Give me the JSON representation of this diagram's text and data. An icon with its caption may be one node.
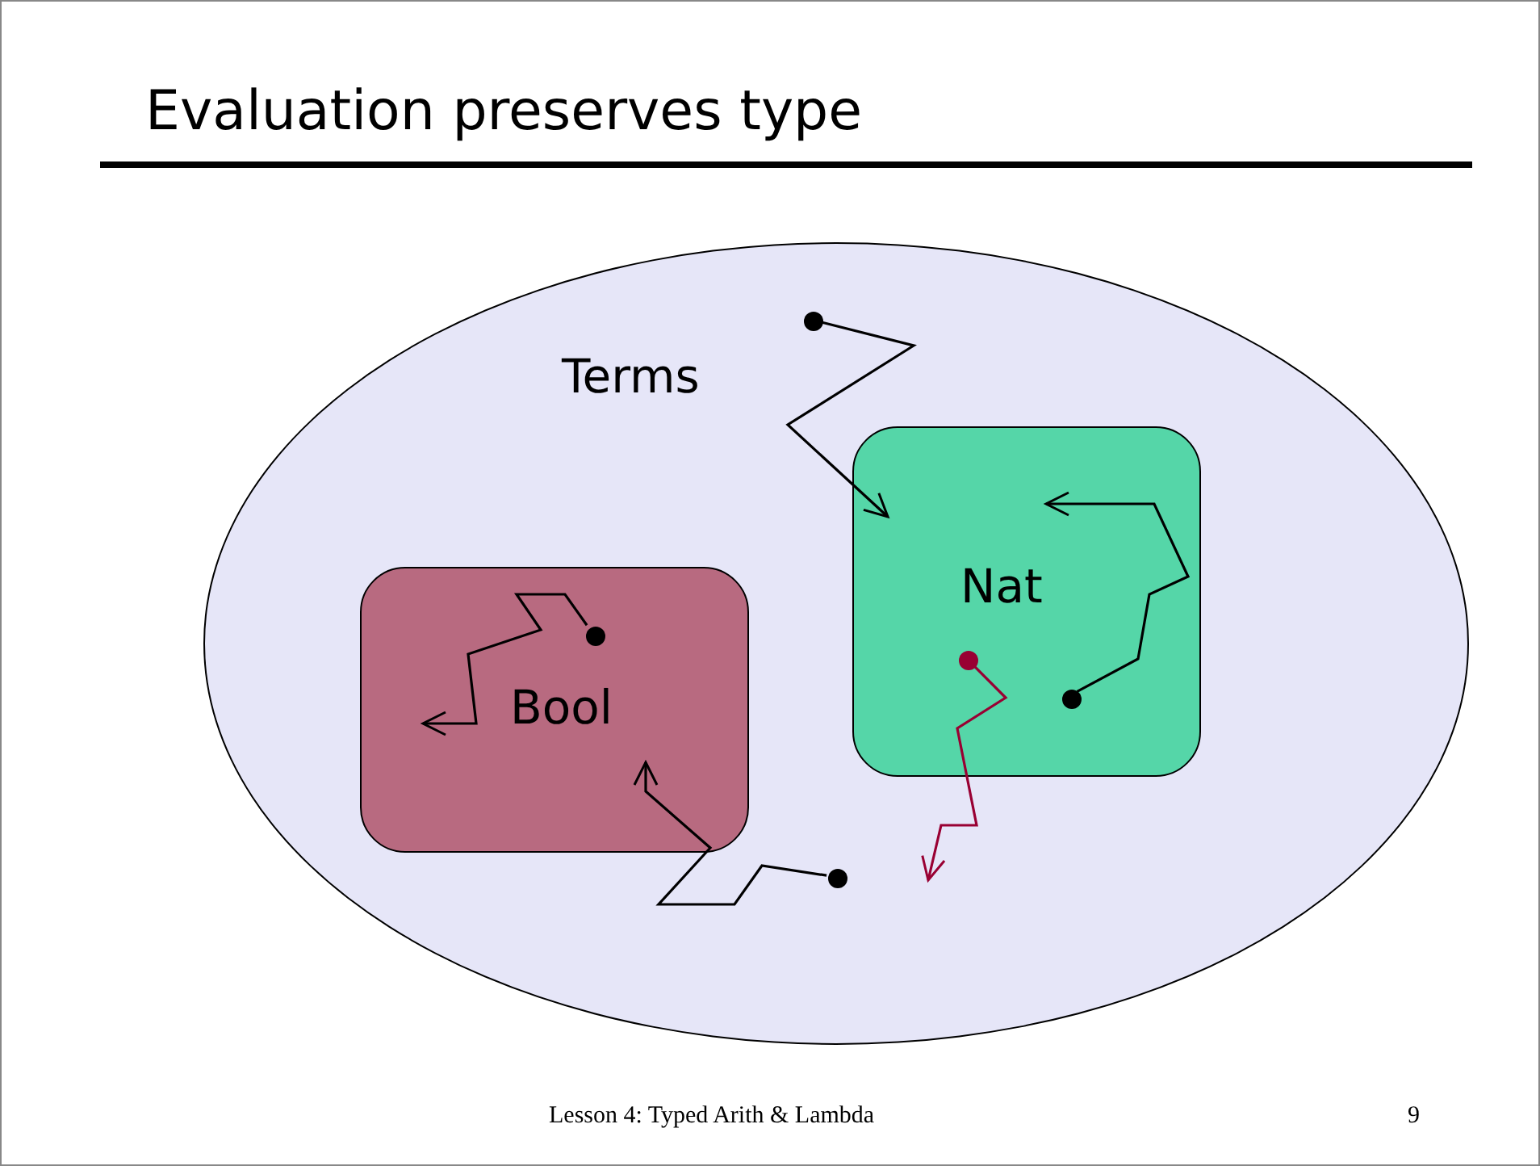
{
  "diagram": {
    "title": "Evaluation preserves type",
    "nodes": [
      {
        "text": [
          "Terms"
        ]
      },
      {
        "text": [
          "Bool"
        ],
        "in": 0
      },
      {
        "text": [
          "Nat"
        ],
        "in": 0
      },
      {
        "text": [],
        "shape": "circle",
        "in": 0
      },
      {
        "text": [],
        "shape": "circle",
        "in": 2
      },
      {
        "text": [],
        "shape": "circle",
        "in": 2
      },
      {
        "text": [],
        "shape": "circle",
        "in": 1
      },
      {
        "text": [],
        "shape": "circle",
        "in": 0
      }
    ],
    "edges": [
      {
        "from": 3,
        "to": 2,
        "arrow": "to"
      },
      {
        "from": 4,
        "to": null,
        "arrow": "to"
      },
      {
        "from": 5,
        "to": null,
        "arrow": "to",
        "color": "#990033"
      },
      {
        "from": 6,
        "to": null,
        "arrow": "to"
      },
      {
        "from": 7,
        "to": 1,
        "arrow": "to"
      }
    ],
    "labels": [
      "Lesson 4: Typed Arith & Lambda",
      "9"
    ]
  }
}
